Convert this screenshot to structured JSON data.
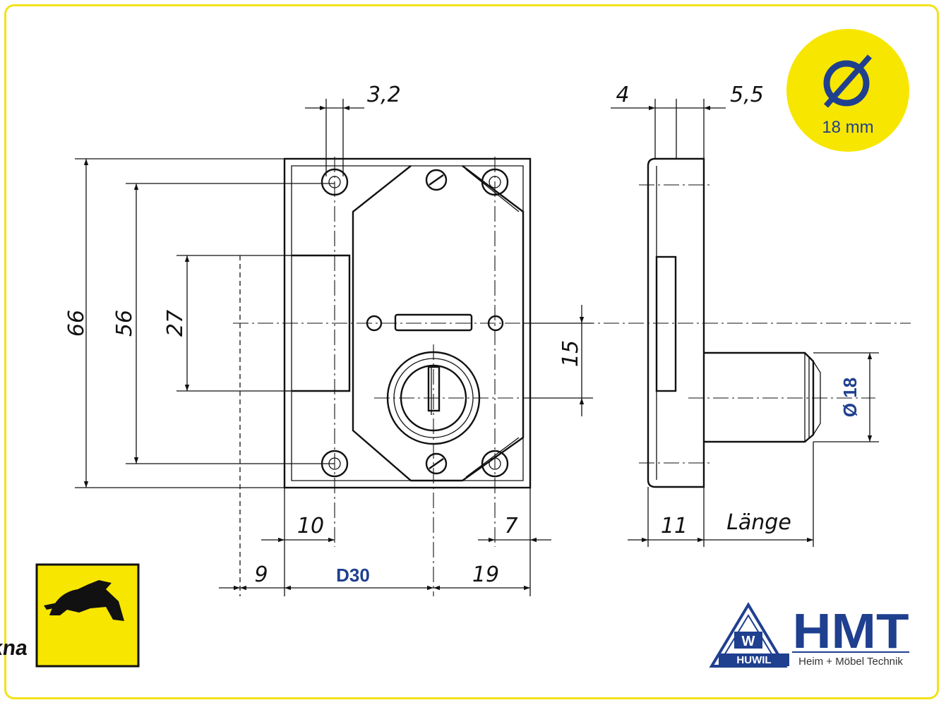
{
  "dimensions": {
    "d_3_2": "3,2",
    "d_66": "66",
    "d_56": "56",
    "d_27": "27",
    "d_15": "15",
    "d_10": "10",
    "d_7": "7",
    "d_9": "9",
    "d_19": "19",
    "d_4": "4",
    "d_5_5": "5,5",
    "d_11": "11",
    "laenge": "Länge"
  },
  "labels": {
    "backset": "D30",
    "diameter": "Ø 18"
  },
  "badge": {
    "symbol": "Ø",
    "text": "18 mm",
    "color": "#f7e600",
    "symbol_color": "#1f3f8f"
  },
  "logos": {
    "hekna": {
      "text": "Hekna",
      "bg": "#f7e600"
    },
    "huwil": {
      "text": "HUWIL",
      "letter": "W"
    },
    "hmt": {
      "text": "HMT",
      "subtitle": "Heim + Möbel Technik",
      "color": "#1f3f8f"
    }
  },
  "frame_color": "#f2e21a"
}
